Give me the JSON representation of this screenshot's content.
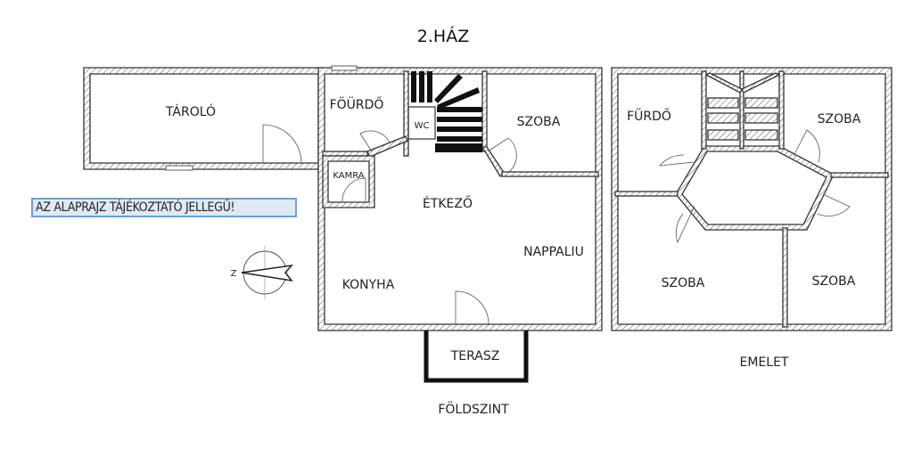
{
  "title": "2.HÁZ",
  "notice": "AZ ALAPRAJZ TÁJÉKOZTATÓ JELLEGŰ!",
  "compass_label": "Z",
  "ground_floor": {
    "label": "FÖLDSZINT",
    "rooms": [
      "TÁROLÓ",
      "FÖÜRDŐ",
      "WC",
      "SZOBA",
      "KAMRA",
      "ÉTKEZŐ",
      "NAPPALIU",
      "KONYHA",
      "TERASZ"
    ]
  },
  "upper_floor": {
    "label": "EMELET",
    "rooms": [
      "FÜRDŐ",
      "SZOBA",
      "SZOBA",
      "SZOBA"
    ]
  }
}
